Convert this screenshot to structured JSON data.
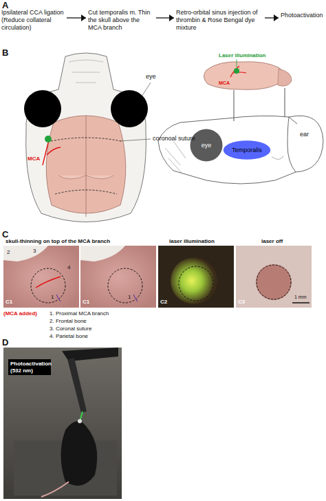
{
  "diagram": {
    "nodes": [
      {
        "text": [
          "Ipsilateral CCA ligation",
          "(Reduce collateral circulation)"
        ]
      },
      {
        "text": [
          "Cut temporalis m. Thin the skull above the MCA branch"
        ]
      },
      {
        "text": [
          "Retro-orbital sinus injection of thrombin & Rose Bengal dye mixture"
        ]
      },
      {
        "text": [
          "Photoactivation"
        ]
      },
      {
        "text": [
          "eye"
        ]
      },
      {
        "text": [
          "Temporalis"
        ]
      },
      {
        "text": [
          "Photoactivation (532 nm)"
        ]
      }
    ],
    "edges": [
      {
        "from": 0,
        "to": 1,
        "arrow": "to"
      },
      {
        "from": 1,
        "to": 2,
        "arrow": "to"
      },
      {
        "from": 2,
        "to": 3,
        "arrow": "to"
      }
    ],
    "labels": [
      "A",
      "B",
      "eye",
      "coronoal suture",
      "MCA",
      "Laser illumination",
      "MCA",
      "ear",
      "C",
      "skull-thinning on top of the MCA branch",
      "laser illumination",
      "laser off",
      "2",
      "3",
      "4",
      "1",
      "C1",
      "1",
      "C1",
      "C2",
      "C3",
      "1 mm",
      "(MCA added)",
      "1. Proximal MCA branch",
      "2. Frontal bone",
      "3. Coronal suture",
      "4. Parietal bone",
      "D"
    ]
  }
}
